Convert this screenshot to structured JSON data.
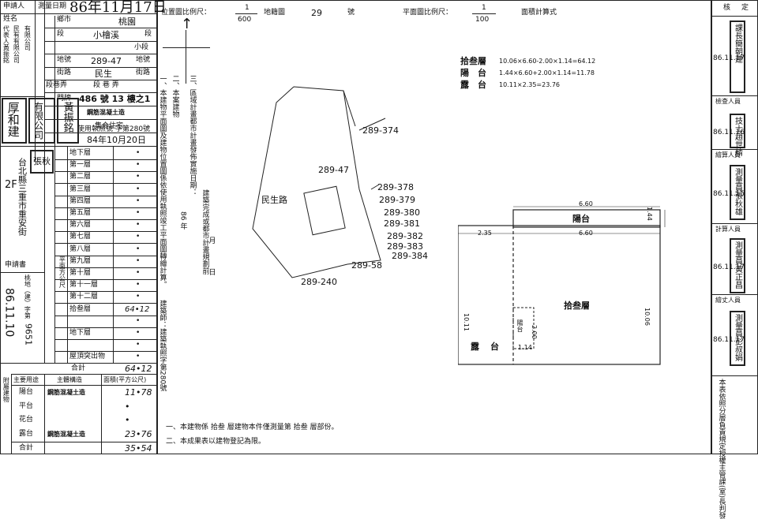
{
  "left": {
    "apply_label": "申請人",
    "survey_date_label": "測量日期",
    "survey_date": "86年11月17日",
    "name_label": "姓名",
    "rep_vertical": "代表人黃振銘",
    "company_vertical": "民有有限公司",
    "company2_vertical": "有限公司",
    "township_label": "鄉市",
    "township_value": "桃園",
    "section_label": "段",
    "section_value": "小檜溪",
    "section_suffix": "段",
    "subsection_value": "小段",
    "lot_label": "地號",
    "lot_value": "289-47",
    "lot_suffix": "地號",
    "road_label": "街路",
    "road_value": "民生",
    "road_suffix": "街路",
    "lane_label": "段巷弄",
    "lane_value": "段    巷    弄",
    "door_label": "門牌",
    "door_value": "486 號 13 樓之1",
    "structure_value": "鋼筋混凝土造",
    "use_value": "集合住宅",
    "permit_value": "使用執照號 字第280號",
    "complete_date": "84年10月20日",
    "floor_rows": [
      "地下層",
      "第一層",
      "第二層",
      "第三層",
      "第四層",
      "第五層",
      "第六層",
      "第七層",
      "第八層",
      "第九層",
      "第十層",
      "第十一層",
      "第十二層",
      "拾叁層",
      "",
      "地下層",
      "",
      "屋頂突出物"
    ],
    "floor_values": [
      "•",
      "•",
      "•",
      "•",
      "•",
      "•",
      "•",
      "•",
      "•",
      "•",
      "•",
      "•",
      "•",
      "64•12",
      "•",
      "•",
      "•",
      "•"
    ],
    "total_label": "合計",
    "total_value": "64•12",
    "side_vertical_1": "平面方公尺",
    "address_vertical": "台北縣三重市重安街",
    "floor_note": "2F",
    "apply_book_label": "申請書",
    "permit_vertical": "桃地（建）字第",
    "permit_no": "9651",
    "permit_date_vertical": "86.11.10",
    "attach_header": [
      "主要用途",
      "主體構造",
      "面積(平方公尺)"
    ],
    "attach_rows": [
      {
        "use": "陽台",
        "struct": "鋼筋混凝土造",
        "area": "11•78"
      },
      {
        "use": "平台",
        "struct": "",
        "area": "•"
      },
      {
        "use": "花台",
        "struct": "",
        "area": "•"
      },
      {
        "use": "露台",
        "struct": "鋼筋混凝土造",
        "area": "23•76"
      }
    ],
    "attach_total_label": "合計",
    "attach_total": "35•54",
    "attach_vertical": "附屬建物"
  },
  "stamps": {
    "left_stamp_1": "厚和建",
    "left_stamp_2": "有限公司",
    "left_stamp_3": "黃振銘",
    "left_stamp_4": "張秋"
  },
  "middle": {
    "title_location": "位置圖比例尺：",
    "scale_num": "1",
    "scale_den": "600",
    "lot_no_label": "地籍圖",
    "lot_no": "29",
    "lot_no_suffix": "號",
    "north": "↑",
    "notes_vertical": [
      "一、本建物平面圖及建物位置圖係依使用執照竣工平面圖轉繪計算。",
      "二、本案建物",
      "三、區域計畫都市計畫發佈實施日期：",
      "建築完成或都市計畫規劃前",
      "86 年",
      "月",
      "日",
      "建築師：建築執照字第280號"
    ],
    "lot_labels": [
      "289-374",
      "289-47",
      "289-378",
      "289-379",
      "289-380",
      "289-381",
      "289-382",
      "289-383",
      "289-384",
      "289-58",
      "289-240"
    ],
    "road_label": "民生路"
  },
  "plan": {
    "title": "平面圖比例尺：",
    "scale_num": "1",
    "scale_den": "100",
    "area_calc_label": "面積計算式",
    "formulas": [
      {
        "label": "拾叁層",
        "expr": "10.06×6.60-2.00×1.14=64.12"
      },
      {
        "label": "陽　台",
        "expr": "1.44×6.60+2.00×1.14=11.78"
      },
      {
        "label": "露　台",
        "expr": "10.11×2.35=23.76"
      }
    ],
    "balcony_label": "陽台",
    "dim_660_top": "6.60",
    "dim_660_mid": "6.60",
    "dim_144": "1.44",
    "dim_235": "2.35",
    "floor13_label": "拾叁層",
    "dim_1006": "10.06",
    "dim_1011": "10.11",
    "terrace_label": "露台",
    "small_balcony": "陽台",
    "dim_200": "2.00",
    "dim_114": "1.14"
  },
  "footer": {
    "note1": "一、本建物係  拾叁  層建物本件僅測量第  拾叁  層部份。",
    "note2": "二、本成果表以建物登記為限。"
  },
  "right": {
    "header": "核定",
    "labels": [
      "課長簡朝建",
      "檢查人員",
      "技士趙世精",
      "繪算人員",
      "測量員張秋雄",
      "計算人員",
      "測量員黃正昌",
      "繪丈人員",
      "測量員彭叔娟"
    ],
    "dates": [
      "86.11.17",
      "86.11.16",
      "86.11.15",
      "86.11.17",
      "86.11.17"
    ],
    "bottom_vertical": "本表依照分層負責規定授權主管課(室)長判發"
  }
}
